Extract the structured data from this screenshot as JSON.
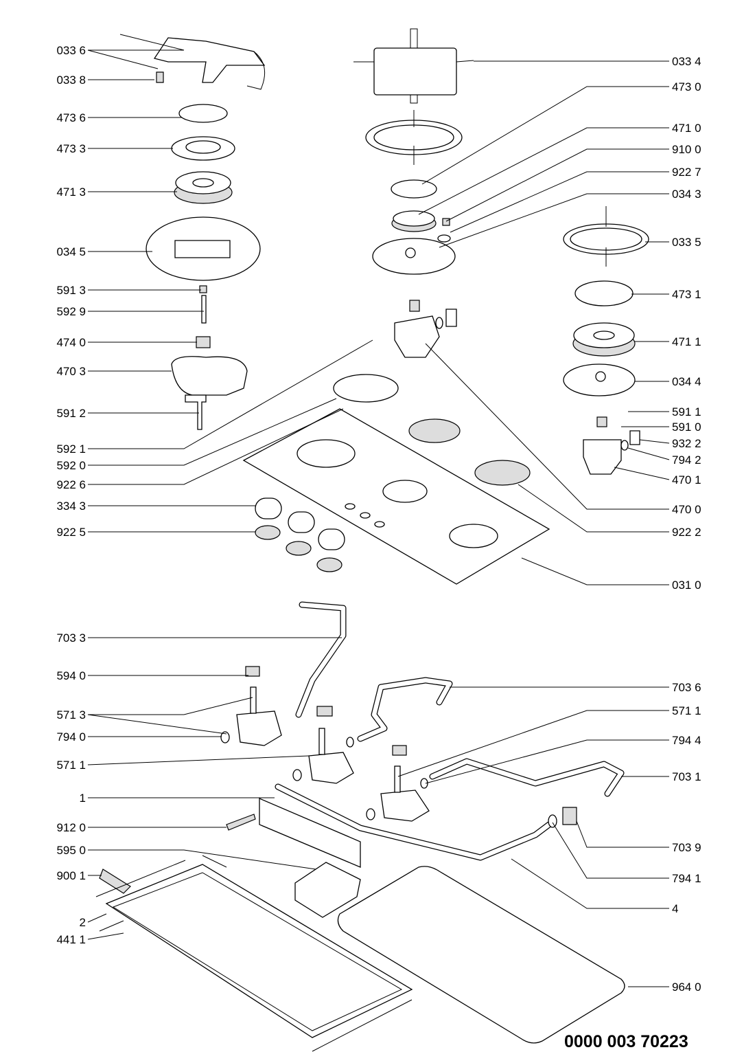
{
  "diagram_code": "0000 003 70223",
  "labels_left": [
    "033 6",
    "033 8",
    "473 6",
    "473 3",
    "471 3",
    "034 5",
    "591 3",
    "592 9",
    "474 0",
    "470 3",
    "591 2",
    "592 1",
    "592 0",
    "922 6",
    "334 3",
    "922 5",
    "703 3",
    "594 0",
    "571 3",
    "794 0",
    "571 1",
    "1",
    "912 0",
    "595 0",
    "900 1",
    "2",
    "441 1"
  ],
  "labels_right": [
    "033 4",
    "473 0",
    "471 0",
    "910 0",
    "922 7",
    "034 3",
    "033 5",
    "473 1",
    "471 1",
    "034 4",
    "591 1",
    "591 0",
    "932 2",
    "794 2",
    "470 1",
    "470 0",
    "922 2",
    "031 0",
    "703 6",
    "571 1",
    "794 4",
    "703 1",
    "703 9",
    "794 1",
    "4",
    "964 0"
  ]
}
